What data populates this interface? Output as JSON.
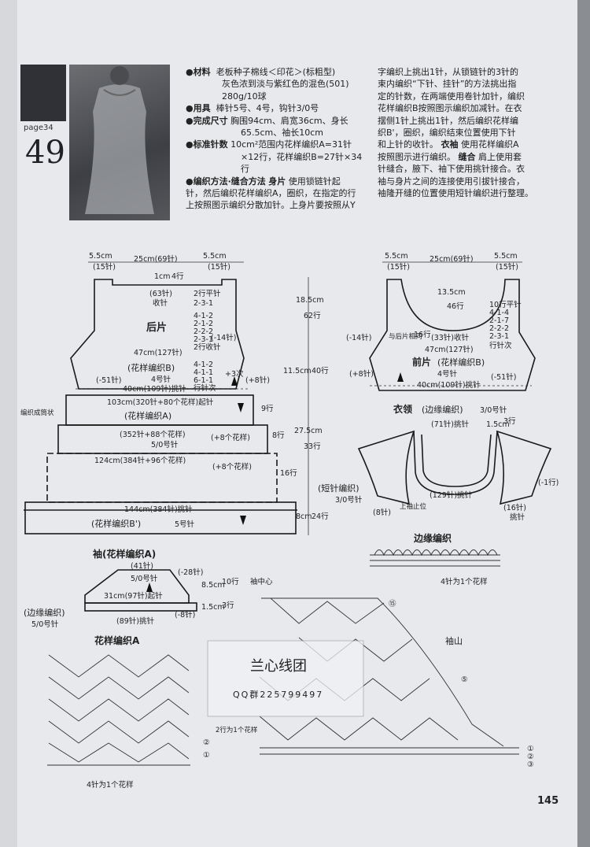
{
  "header": {
    "page_label": "page34",
    "pattern_number": "49",
    "page_number": "145"
  },
  "info": {
    "materials_title": "●材料",
    "materials_lines": [
      "老板种子棉线＜印花＞(标粗型)",
      "灰色浓到淡与紫红色的混色(501)",
      "280g/10球"
    ],
    "tools_title": "●用具",
    "tools_text": "棒针5号、4号，钩针3/0号",
    "size_title": "●完成尺寸",
    "size_lines": [
      "胸围94cm、肩宽36cm、身长",
      "65.5cm、袖长10cm"
    ],
    "gauge_title": "●标准针数",
    "gauge_lines": [
      "10cm²范围内花样编织A=31针",
      "×12行，花样编织B=27针×34",
      "行"
    ],
    "method_title": "●编织方法·缝合方法",
    "method_sub": "身片",
    "method_lines_left": [
      "使用锁链针起",
      "针，然后编织花样编织A，圈织，在指定的行",
      "上按照图示编织分散加针。上身片要按照从Y"
    ],
    "method_lines_right": [
      "字编织上挑出1针，从锁链针的3针的",
      "束内编织“下针、挂针”的方法挑出指",
      "定的针数，在两端使用卷针加针，编织",
      "花样编织B按照图示编织加减针。在衣",
      "摆侧1针上挑出1针，然后编织花样编",
      "织B'，圈织，编织结束位置使用下针",
      "和上针的收针。",
      "衣袖",
      "使用花样编织A",
      "按照图示进行编织。",
      "缝合",
      "肩上使用套",
      "针缝合，腋下、袖下使用挑针接合。衣",
      "袖与身片之间的连接使用引拔针接合，",
      "袖隆开缝的位置使用短针编织进行整理。"
    ]
  },
  "back": {
    "top_left": "5.5cm",
    "top_left_sts": "(15针)",
    "top_mid": "25cm(69针)",
    "top_right": "5.5cm",
    "top_right_sts": "(15针)",
    "neck_cm": "1cm",
    "neck_rows": "4行",
    "bind": "(63针)",
    "bind2": "收针",
    "dec_lines": [
      "2行平针",
      "2-3-1",
      "4-1-2",
      "2-1-2",
      "2-2-2",
      "2-3-1",
      "2行收针",
      "4-1-2",
      "4-1-1",
      "6-1-1",
      "行针次"
    ],
    "title": "后片",
    "minus14": "(-14针)",
    "width47": "47cm(127针)",
    "pattern_b": "(花样编织B)",
    "needle4": "4号针",
    "plus3": "+3次",
    "minus51": "(-51针)",
    "plus8": "(+8针)",
    "width40": "40cm(109针)挑针",
    "h_185": "18.5cm",
    "h_185_rows": "62行",
    "h_115": "11.5cm",
    "h_115_rows": "40行",
    "width103": "103cm(320针+80个花样)起针",
    "pattern_a": "(花样编织A)",
    "tube": "编织成筒状",
    "rows9": "9行",
    "width352": "(352针+88个花样)",
    "plus8p": "(+8个花样)",
    "needle5": "5/0号针",
    "rows8": "8行",
    "h_275": "27.5cm",
    "h_275_rows": "33行",
    "width124": "124cm(384针+96个花样)",
    "plus8p2": "(+8个花样)",
    "rows16": "16行",
    "width144": "144cm(384针)挑针",
    "pattern_b2": "(花样编织B')",
    "needle5b": "5号针",
    "h_8": "8cm",
    "h_8_rows": "24行"
  },
  "front": {
    "top_left": "5.5cm",
    "top_left_sts": "(15针)",
    "top_mid": "25cm(69针)",
    "top_right": "5.5cm",
    "top_right_sts": "(15针)",
    "depth": "13.5cm",
    "depth_rows": "46行",
    "dec_lines": [
      "10行平针",
      "4-1-4",
      "2-1-7",
      "2-2-2",
      "2-3-1",
      "行针次"
    ],
    "minus14": "(-14针)",
    "same_as_back": "与后片相同",
    "rows16": "16行",
    "bind": "(33针)收针",
    "width47": "47cm(127针)",
    "title": "前片",
    "pattern_b": "(花样编织B)",
    "needle4": "4号针",
    "plus8": "(+8针)",
    "minus51": "(-51针)",
    "width40": "40cm(109针)挑针"
  },
  "collar": {
    "title": "衣领",
    "subtitle": "(边缘编织)",
    "needle": "3/0号针",
    "pick71": "(71针)挑针",
    "height": "1.5cm",
    "rows3": "3行",
    "pick129": "(129针)挑针",
    "short_title": "(短针编织)",
    "short_needle": "3/0号针",
    "pick8": "(8针)",
    "sleeve_mark": "上袖止位",
    "minus1": "(-1行)",
    "pick16": "(16针)",
    "pick16b": "挑针"
  },
  "edge": {
    "title": "边缘编织",
    "repeat": "4针为1个花样"
  },
  "sleeve": {
    "title": "袖(花样编织A)",
    "top": "(41针)",
    "minus28": "(-28针)",
    "needle": "5/0号针",
    "h85": "8.5cm",
    "rows10": "10行",
    "width31": "31cm(97针)起针",
    "h15": "1.5cm",
    "rows3": "3行",
    "minus8": "(-8针)",
    "pick89": "(89针)挑针",
    "edge_title": "(边缘编织)",
    "edge_needle": "5/0号针"
  },
  "pattern_a": {
    "title": "花样编织A",
    "repeat_rows": "2行为1个花样",
    "repeat_sts": "4针为1个花样",
    "row1": "①",
    "row2": "②"
  },
  "sleeve_cap": {
    "center": "袖中心",
    "title": "袖山",
    "r15": "⑮",
    "r5": "⑤",
    "r1": "①",
    "r2": "②",
    "r3": "③"
  },
  "watermark": {
    "title": "兰心线团",
    "qq": "QQ群225799497"
  }
}
